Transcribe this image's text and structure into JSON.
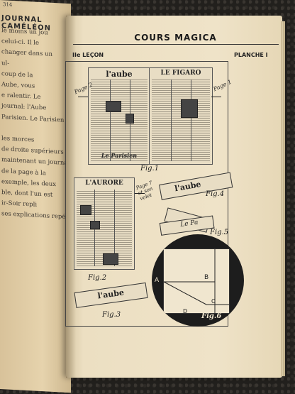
{
  "left_page": {
    "page_number": "314",
    "heading": "JOURNAL CAMÉLÉON",
    "lines": [
      "le moins un jou",
      "celui-ci. Il le",
      "changer dans un",
      "ul-",
      "coup de la",
      "Aube, vous",
      "e ralentir. Le",
      "journal: l'Aube",
      "Parisien. Le Parisien",
      "",
      "les morces",
      "de droite supérieurs",
      "maintenant un journal",
      "de la page à la",
      "exemple, les deux",
      "ble, dont l'un est",
      "ir-Soir repli",
      "ses explications repéterez"
    ]
  },
  "right_page": {
    "title": "COURS MAGICA",
    "lesson": "IIe LEÇON",
    "plate": "PLANCHE I",
    "figures": {
      "fig1": "Fig.1",
      "fig2": "Fig.2",
      "fig3": "Fig.3",
      "fig4": "Fig.4",
      "fig5": "Fig.5",
      "fig6": "Fig.6"
    },
    "newspapers": {
      "aube": "l'aube",
      "figaro": "LE FIGARO",
      "aurore": "L'AURORE",
      "parisien": "Le Parisien",
      "aube_fold": "l'aube",
      "aube_fig3": "l'aube",
      "parisien_fold": "Le Pa"
    },
    "annotations": {
      "page2": "Page 2",
      "page1": "Page 1",
      "page7": "Page 7 et son volet",
      "point_a": "A",
      "point_b": "B",
      "point_c": "C",
      "point_d": "D"
    }
  }
}
